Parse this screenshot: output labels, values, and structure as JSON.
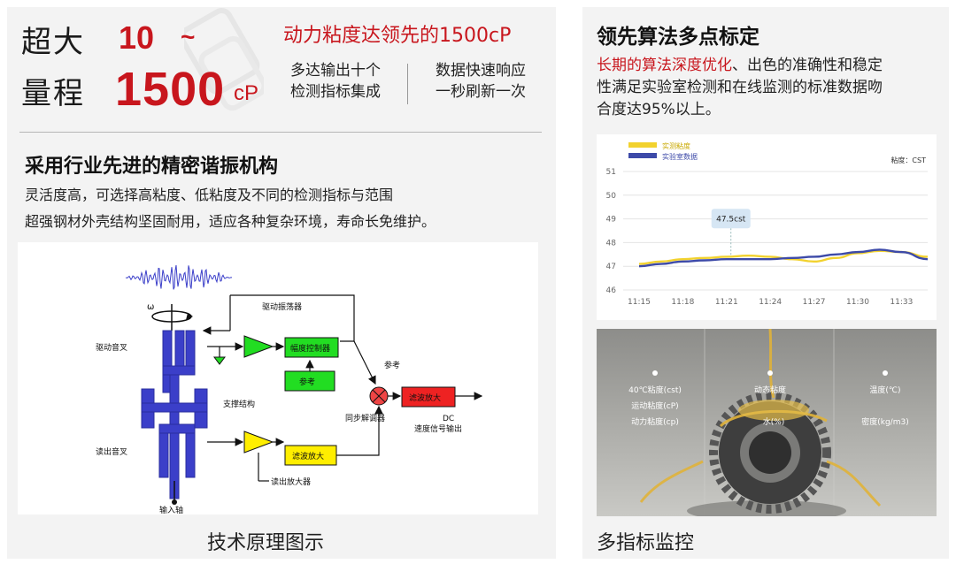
{
  "left": {
    "spec": {
      "line1": "超大",
      "line2": "量程",
      "range_from": "10",
      "range_sep": "~",
      "range_to": "1500",
      "range_unit": "cP",
      "headline": "动力粘度达领先的1500cP",
      "feature1_line1": "多达输出十个",
      "feature1_line2": "检测指标集成",
      "feature2_line1": "数据快速响应",
      "feature2_line2": "一秒刷新一次"
    },
    "section": {
      "title": "采用行业先进的精密谐振机构",
      "body_line1": "灵活度高，可选择高粘度、低粘度及不同的检测指标与范围",
      "body_line2": "超强钢材外壳结构坚固耐用，适应各种复杂环境，寿命长免维护。"
    },
    "diagram": {
      "drive_oscillator": "驱动振荡器",
      "omega": "ω",
      "drive_fork": "驱动音叉",
      "amplitude_controller": "幅度控制器",
      "reference_box": "参考",
      "reference_label": "参考",
      "support_structure": "支撑结构",
      "sync_demodulator": "同步解调器",
      "filter_amp_top": "滤波放大",
      "dc_label": "DC",
      "speed_output": "速度信号输出",
      "readout_fork": "读出音叉",
      "filter_amp_bottom": "滤波放大",
      "readout_amplifier": "读出放大器",
      "input_shaft": "输入轴"
    },
    "caption": "技术原理图示"
  },
  "right": {
    "title": "领先算法多点标定",
    "body_red": "长期的算法深度优化",
    "body_rest_line1": "、出色的准确性和稳定",
    "body_line2": "性满足实验室检测和在线监测的标准数据吻",
    "body_line3": "合度达95%以上。",
    "photo": {
      "col1_line1": "40℃粘度(cst)",
      "col1_line2": "运动粘度(cP)",
      "col1_line3": "动力粘度(cp)",
      "col2_line1": "动态粘度",
      "col2_line2": "水(%)",
      "col3_line1": "温度(℃)",
      "col3_line2": "密度(kg/m3)"
    },
    "caption": "多指标监控"
  },
  "chart_data": {
    "type": "line",
    "x": [
      "11:15",
      "11:18",
      "11:21",
      "11:24",
      "11:27",
      "11:30",
      "11:33"
    ],
    "ylim": [
      46,
      51
    ],
    "yticks": [
      "46",
      "47",
      "48",
      "49",
      "50",
      "51"
    ],
    "unit_label": "粘度：CST",
    "tooltip": "47.5cst",
    "legend": [
      {
        "name": "实测粘度",
        "color": "#f2d22e"
      },
      {
        "name": "实验室数据",
        "color": "#3d4aa8"
      }
    ],
    "series": [
      {
        "name": "实测粘度",
        "color": "#f2d22e",
        "points": [
          [
            0,
            47.1
          ],
          [
            0.5,
            47.2
          ],
          [
            1,
            47.3
          ],
          [
            1.5,
            47.35
          ],
          [
            2,
            47.4
          ],
          [
            2.5,
            47.45
          ],
          [
            3,
            47.4
          ],
          [
            3.5,
            47.3
          ],
          [
            4,
            47.2
          ],
          [
            4.5,
            47.35
          ],
          [
            5,
            47.55
          ],
          [
            5.5,
            47.65
          ],
          [
            6,
            47.6
          ],
          [
            6.6,
            47.4
          ]
        ]
      },
      {
        "name": "实验室数据",
        "color": "#3d4aa8",
        "points": [
          [
            0,
            47.0
          ],
          [
            0.5,
            47.1
          ],
          [
            1,
            47.2
          ],
          [
            1.5,
            47.25
          ],
          [
            2,
            47.3
          ],
          [
            2.5,
            47.3
          ],
          [
            3,
            47.3
          ],
          [
            3.5,
            47.35
          ],
          [
            4,
            47.4
          ],
          [
            4.5,
            47.5
          ],
          [
            5,
            47.6
          ],
          [
            5.5,
            47.7
          ],
          [
            6,
            47.6
          ],
          [
            6.6,
            47.3
          ]
        ]
      }
    ]
  },
  "colors": {
    "accent_red": "#c8161d",
    "fork_blue": "#3b3fc9",
    "box_green": "#22dd22",
    "box_red": "#ee2222",
    "box_yellow": "#ffee00"
  }
}
